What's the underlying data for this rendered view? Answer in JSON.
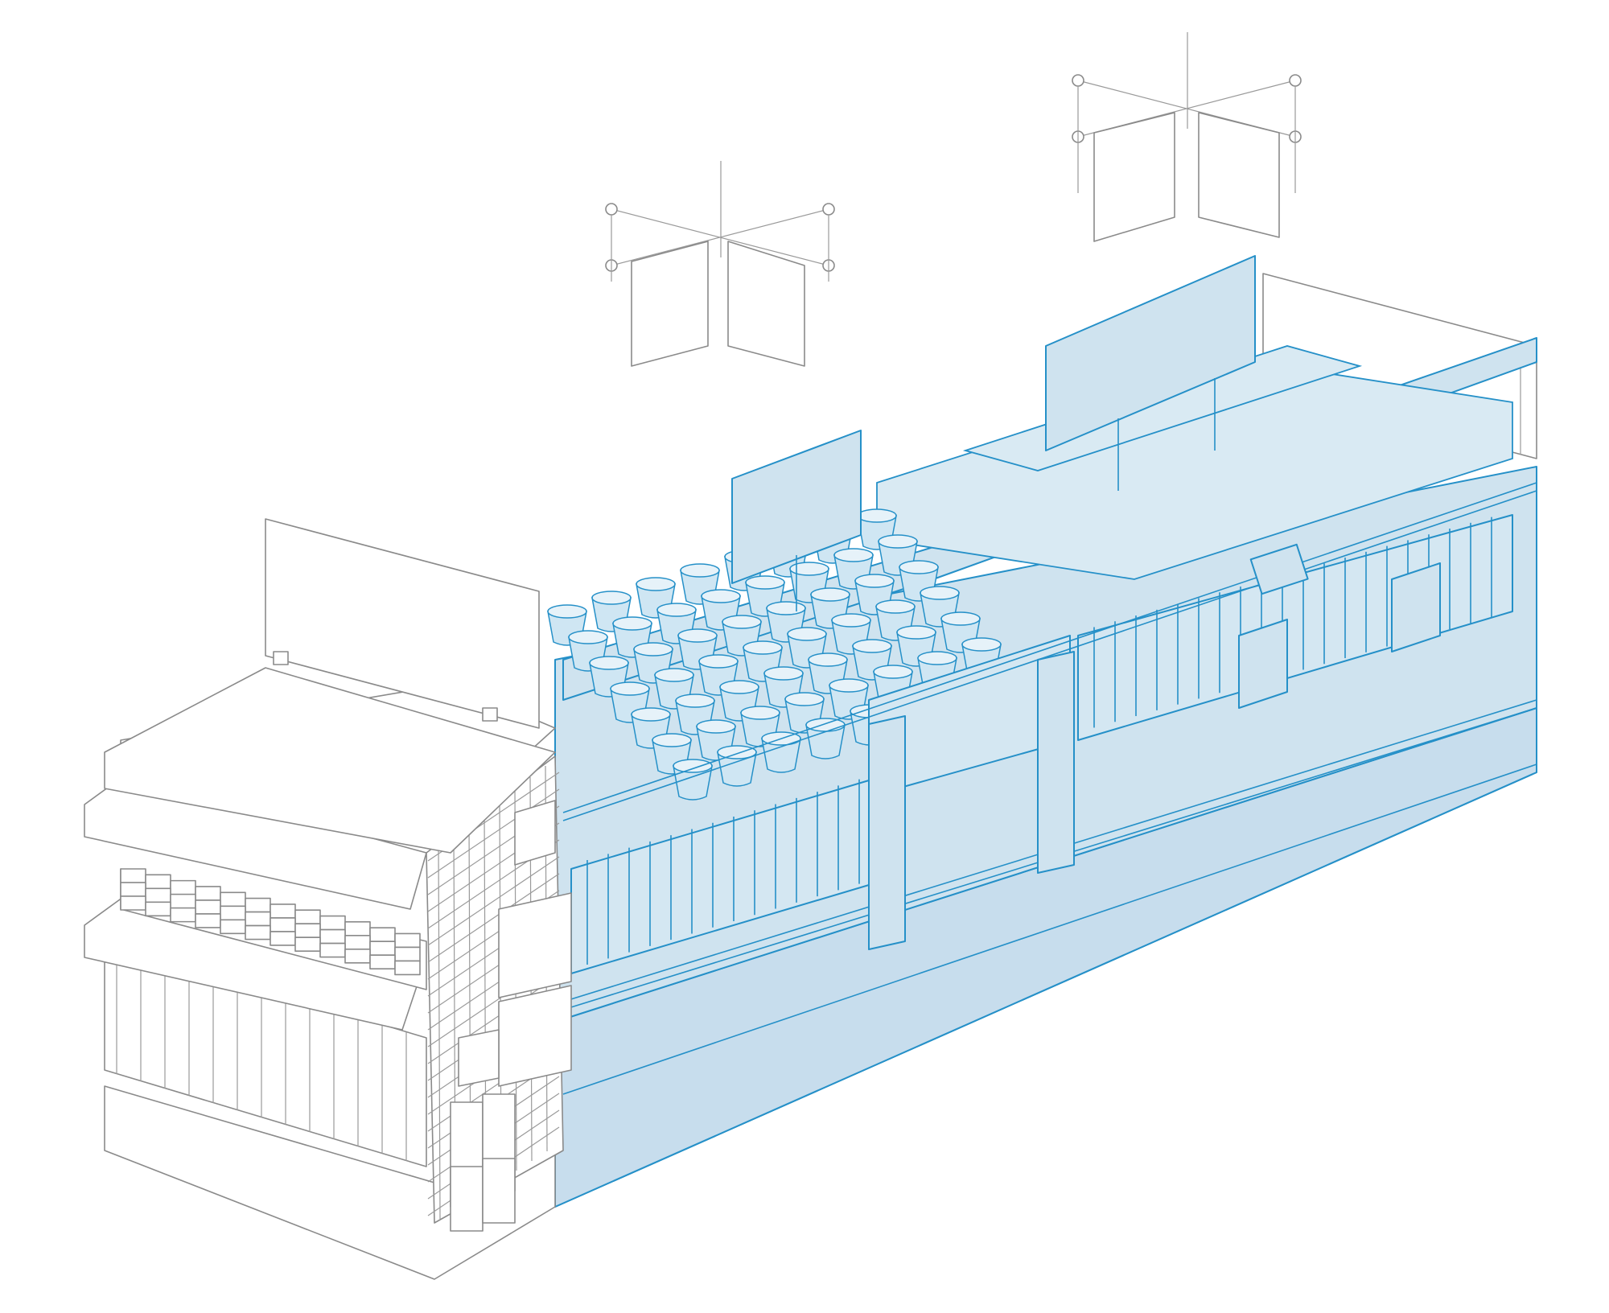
{
  "colors": {
    "background": "#ffffff",
    "outline_gray": "#8a8a8a",
    "fixture_blue_stroke": "#2590c8",
    "fixture_blue_fill": "#cfe3ef",
    "cup_fill": "#cfe6f3"
  },
  "scene": {
    "mobiles_count": 2,
    "cup_rows": 7,
    "cup_cols": 8
  }
}
